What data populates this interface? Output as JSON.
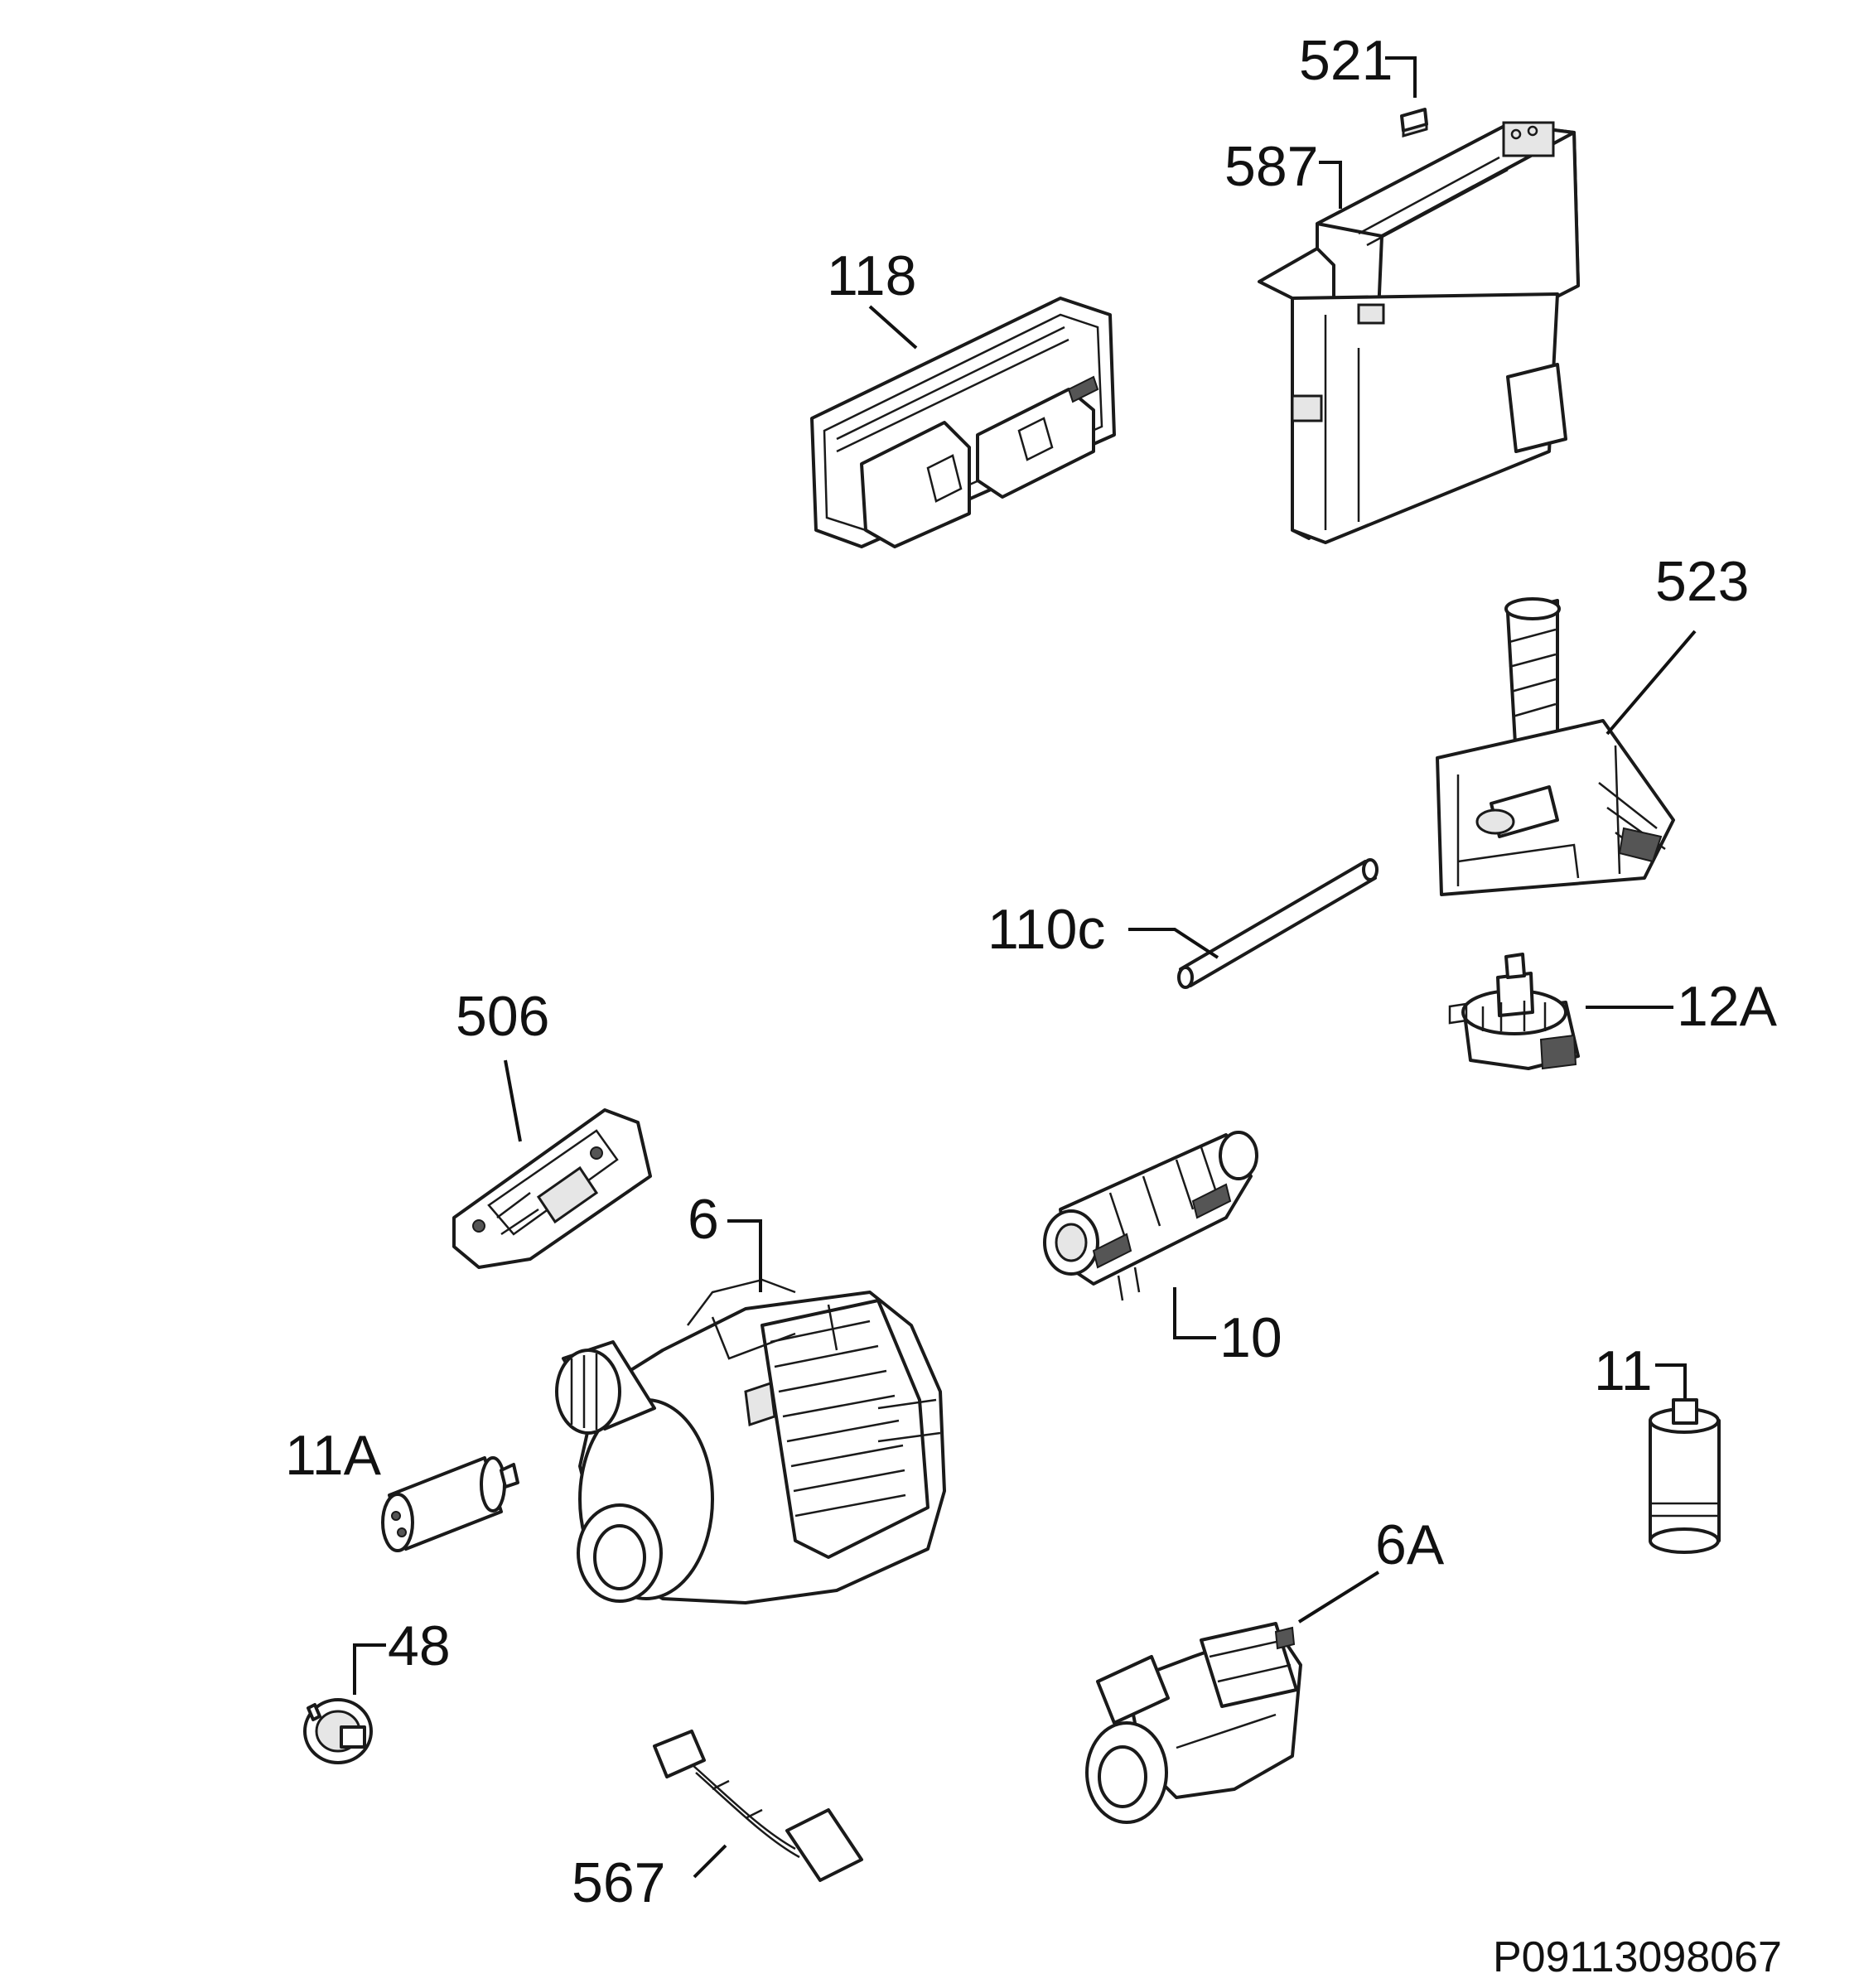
{
  "labels": {
    "p521": "521",
    "p587": "587",
    "p118": "118",
    "p523": "523",
    "p110c": "110c",
    "p12a": "12A",
    "p506": "506",
    "p6": "6",
    "p10": "10",
    "p11": "11",
    "p11a": "11A",
    "p6a": "6A",
    "p48": "48",
    "p567": "567"
  },
  "drawing_code": "P09113098067"
}
